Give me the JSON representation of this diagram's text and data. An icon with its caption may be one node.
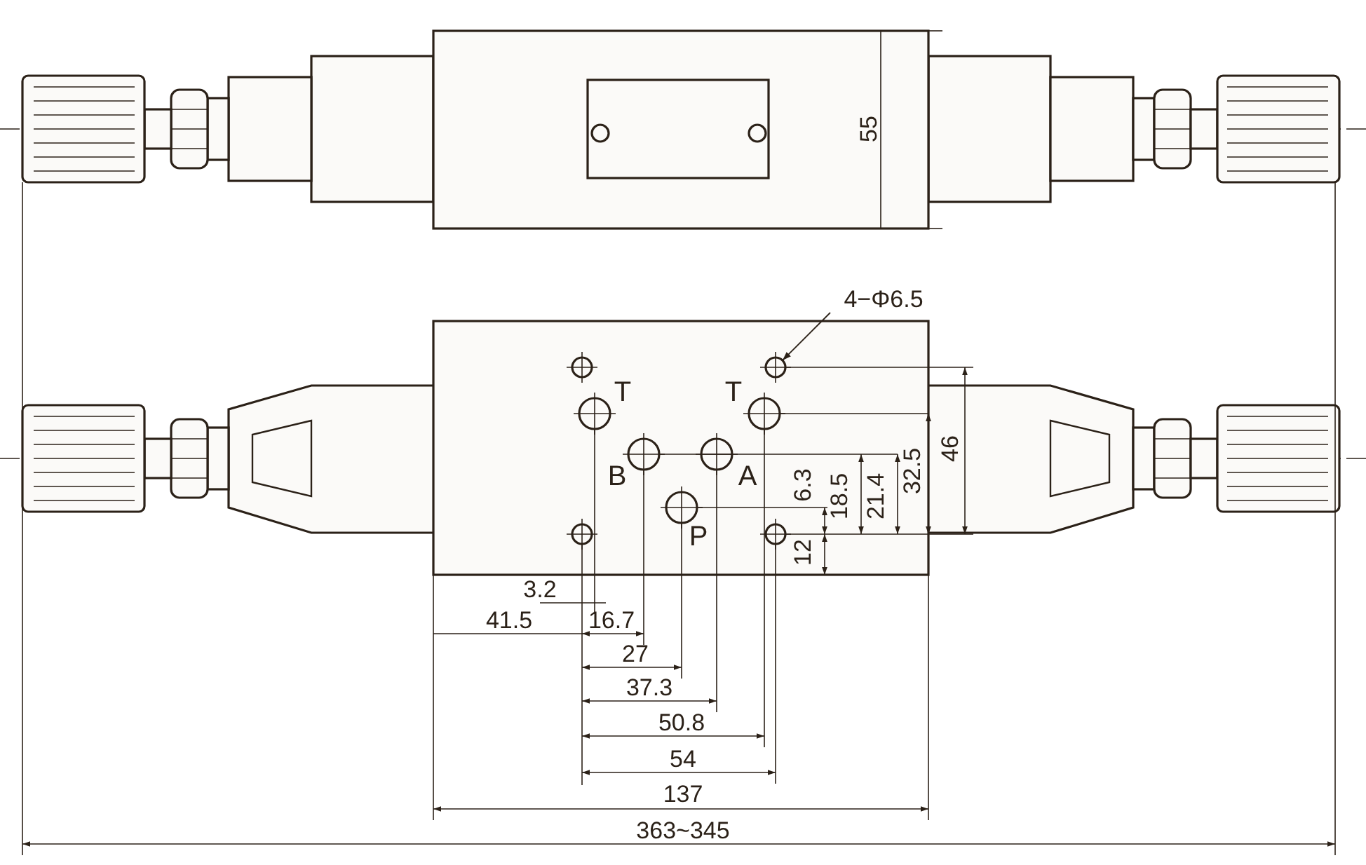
{
  "diagram": {
    "nodes": [
      {
        "text": [
          "4−Φ6.5"
        ]
      },
      {
        "text": [],
        "shape": "circle"
      }
    ],
    "edges": [
      {
        "from": 0,
        "to": 1,
        "arrow": "to"
      }
    ],
    "labels": [
      "55",
      "T",
      "T",
      "B",
      "A",
      "P",
      "6.3",
      "18.5",
      "21.4",
      "32.5",
      "46",
      "12",
      "3.2",
      "41.5",
      "16.7",
      "27",
      "37.3",
      "50.8",
      "54",
      "137",
      "363~345"
    ]
  }
}
